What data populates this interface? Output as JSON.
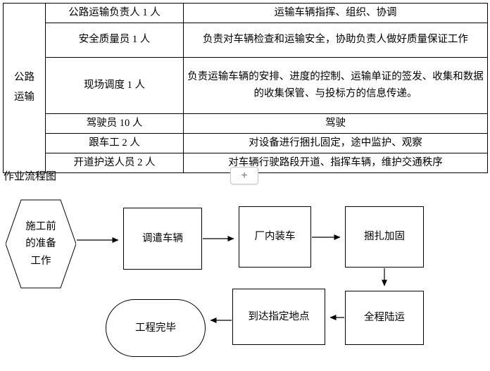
{
  "table": {
    "group_label": "公路运输",
    "rows": [
      {
        "role": "公路运输负责人 1 人",
        "duty": "运输车辆指挥、组织、协调"
      },
      {
        "role": "安全质量员 1 人",
        "duty": "负责对车辆检查和运输安全，协助负责人做好质量保证工作"
      },
      {
        "role": "现场调度 1 人",
        "duty": "负责运输车辆的安排、进度的控制、运输单证的签发、收集和数据的收集保管、与投标方的信息传递。"
      },
      {
        "role": "驾驶员 10 人",
        "duty": "驾驶"
      },
      {
        "role": "跟车工 2 人",
        "duty": "对设备进行捆扎固定，途中监护、观察"
      },
      {
        "role": "开道护送人员 2 人",
        "duty": "对车辆行驶路段开道、指挥车辆，维护交通秩序"
      }
    ]
  },
  "flow_section": {
    "title": "作业流程图",
    "insert_button": "+"
  },
  "flowchart": {
    "prep": "施工前的准备工作",
    "dispatch": "调遣车辆",
    "load": "厂内装车",
    "bind_fix": "捆扎加固",
    "land": "全程陆运",
    "arrive": "到达指定地点",
    "finish": "工程完毕"
  },
  "colors": {
    "border": "#000000",
    "background": "#ffffff"
  }
}
